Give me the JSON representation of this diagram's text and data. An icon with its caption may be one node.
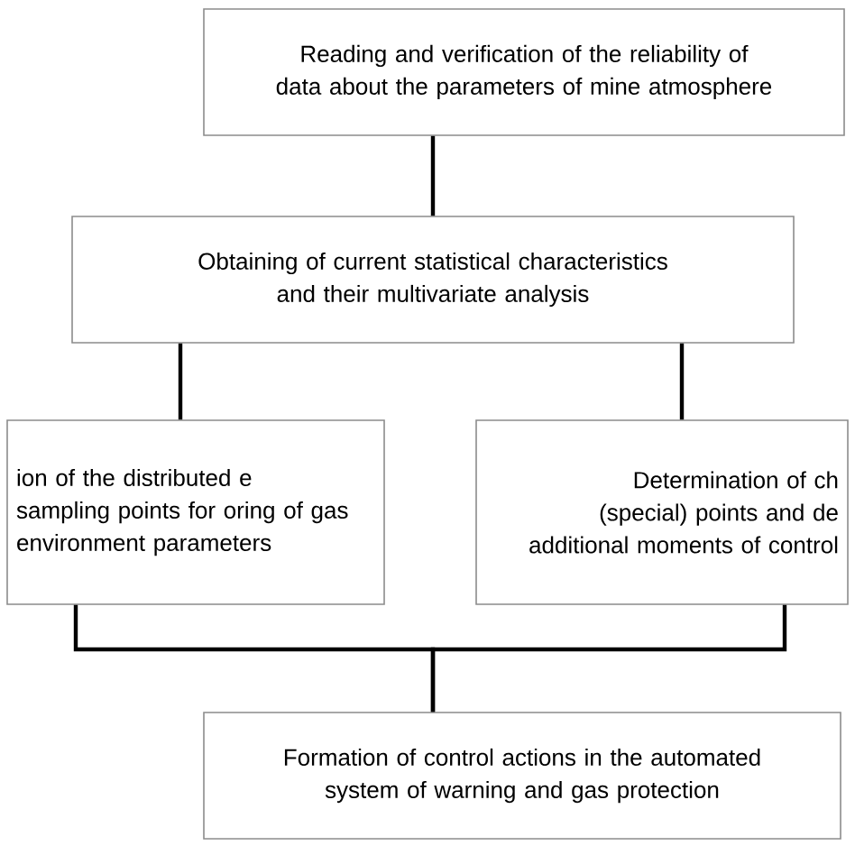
{
  "diagram": {
    "nodes": [
      {
        "text": [
          "Reading and verification of the reliability of data about the parameters of mine atmosphere"
        ]
      },
      {
        "text": [
          "Obtaining of current statistical characteristics and their multivariate analysis"
        ]
      },
      {
        "text": [
          "ion of the distributed e sampling points for oring of gas environment parameters"
        ]
      },
      {
        "text": [
          "Determination of ch (special) points and de additional moments of control"
        ]
      },
      {
        "text": [
          "Formation of control actions in the automated system of warning and gas protection"
        ]
      }
    ],
    "edges": [
      {
        "from": 0,
        "to": 1,
        "arrow": "none"
      },
      {
        "from": 1,
        "to": 2,
        "arrow": "none"
      },
      {
        "from": 1,
        "to": 3,
        "arrow": "none"
      },
      {
        "from": 2,
        "to": 4,
        "arrow": "none"
      },
      {
        "from": 3,
        "to": 4,
        "arrow": "none"
      }
    ]
  }
}
